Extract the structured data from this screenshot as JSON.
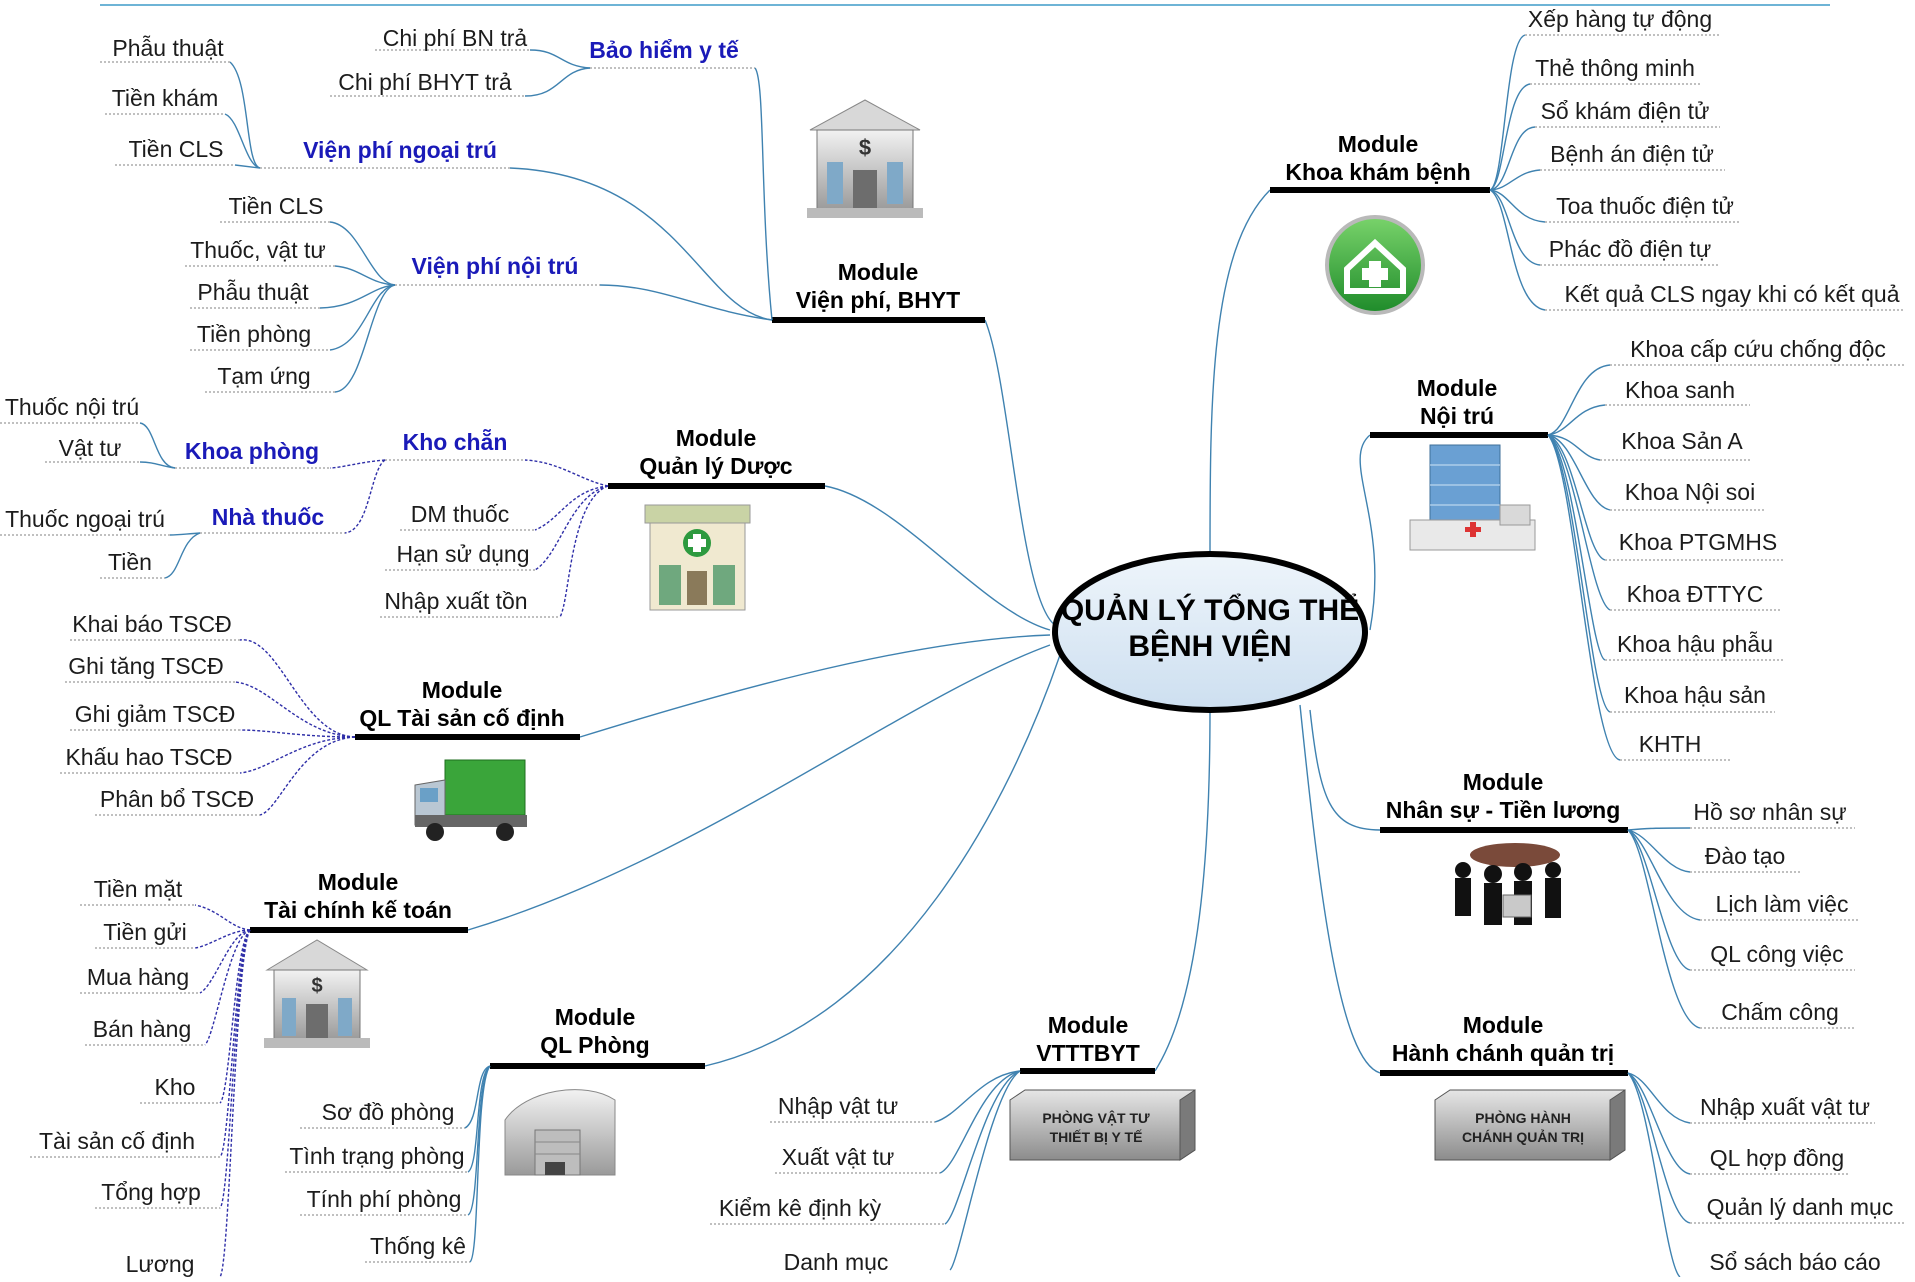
{
  "center": {
    "line1": "QUẢN LÝ TỔNG THỂ",
    "line2": "BỆNH VIỆN"
  },
  "modules": {
    "vienphi": {
      "l1": "Module",
      "l2": "Viện phí, BHYT"
    },
    "duoc": {
      "l1": "Module",
      "l2": "Quản lý Dược"
    },
    "taisan": {
      "l1": "Module",
      "l2": "QL Tài sản cố định"
    },
    "taichinh": {
      "l1": "Module",
      "l2": "Tài chính kế toán"
    },
    "phong": {
      "l1": "Module",
      "l2": "QL Phòng"
    },
    "vtttbyt": {
      "l1": "Module",
      "l2": "VTTTBYT"
    },
    "khambenh": {
      "l1": "Module",
      "l2": "Khoa khám bệnh"
    },
    "noitru": {
      "l1": "Module",
      "l2": "Nội trú"
    },
    "nhansu": {
      "l1": "Module",
      "l2": "Nhân sự - Tiền lương"
    },
    "hanhchanh": {
      "l1": "Module",
      "l2": "Hành chánh quản trị"
    }
  },
  "subs": {
    "bhyt": "Bảo hiểm y tế",
    "ngoaitru": "Viện phí ngoại trú",
    "noitru_vp": "Viện phí nội trú",
    "khochan": "Kho chẵn",
    "khoaphong": "Khoa phòng",
    "nhathuoc": "Nhà thuốc"
  },
  "leaves": {
    "bhyt": [
      "Chi phí BN trả",
      "Chi phí BHYT trả"
    ],
    "ngoaitru": [
      "Phẫu thuật",
      "Tiền khám",
      "Tiền CLS"
    ],
    "noitru_vp": [
      "Tiền CLS",
      "Thuốc, vật tư",
      "Phẫu thuật",
      "Tiền phòng",
      "Tạm ứng"
    ],
    "khoaphong": [
      "Thuốc nội trú",
      "Vật tư"
    ],
    "nhathuoc": [
      "Thuốc ngoại trú",
      "Tiền"
    ],
    "duoc": [
      "DM thuốc",
      "Hạn sử dụng",
      "Nhập xuất tồn"
    ],
    "taisan": [
      "Khai báo TSCĐ",
      "Ghi tăng TSCĐ",
      "Ghi giảm TSCĐ",
      "Khấu hao TSCĐ",
      "Phân bổ TSCĐ"
    ],
    "taichinh": [
      "Tiền mặt",
      "Tiền gửi",
      "Mua hàng",
      "Bán hàng",
      "Kho",
      "Tài sản cố định",
      "Tổng hợp",
      "Lương"
    ],
    "phong": [
      "Sơ đồ phòng",
      "Tình trạng phòng",
      "Tính phí phòng",
      "Thống kê"
    ],
    "vtttbyt": [
      "Nhập vật tư",
      "Xuất vật tư",
      "Kiểm kê định kỳ",
      "Danh mục"
    ],
    "khambenh": [
      "Xếp hàng tự động",
      "Thẻ thông minh",
      "Sổ khám điện tử",
      "Bệnh án điện tử",
      "Toa thuốc điện tử",
      "Phác đồ điện tự",
      "Kết quả CLS ngay khi có kết quả"
    ],
    "noitru": [
      "Khoa cấp cứu chống độc",
      "Khoa sanh",
      "Khoa Sản A",
      "Khoa Nội soi",
      "Khoa PTGMHS",
      "Khoa ĐTTYC",
      "Khoa hậu phẫu",
      "Khoa hậu sản",
      "KHTH"
    ],
    "nhansu": [
      "Hồ sơ nhân sự",
      "Đào tạo",
      "Lịch làm việc",
      "QL công việc",
      "Chấm công"
    ],
    "hanhchanh": [
      "Nhập xuất vật tư",
      "QL hợp đồng",
      "Quản lý danh mục",
      "Sổ sách báo cáo"
    ]
  },
  "signs": {
    "vattu": [
      "PHÒNG VẬT TƯ",
      "THIẾT BỊ Y TẾ"
    ],
    "hanhchanh": [
      "PHÒNG HÀNH",
      "CHÁNH QUẢN TRỊ"
    ]
  },
  "icons": [
    "bank-icon",
    "pharmacy-icon",
    "truck-icon",
    "bank-icon",
    "warehouse-icon",
    "home-medical-icon",
    "hospital-building-icon",
    "people-icon"
  ],
  "colors": {
    "branch": "#3f82b0",
    "sub_heading": "#1a1ab8",
    "leaf_text": "#1c1c1c",
    "center_fill": "#dce9f5"
  }
}
